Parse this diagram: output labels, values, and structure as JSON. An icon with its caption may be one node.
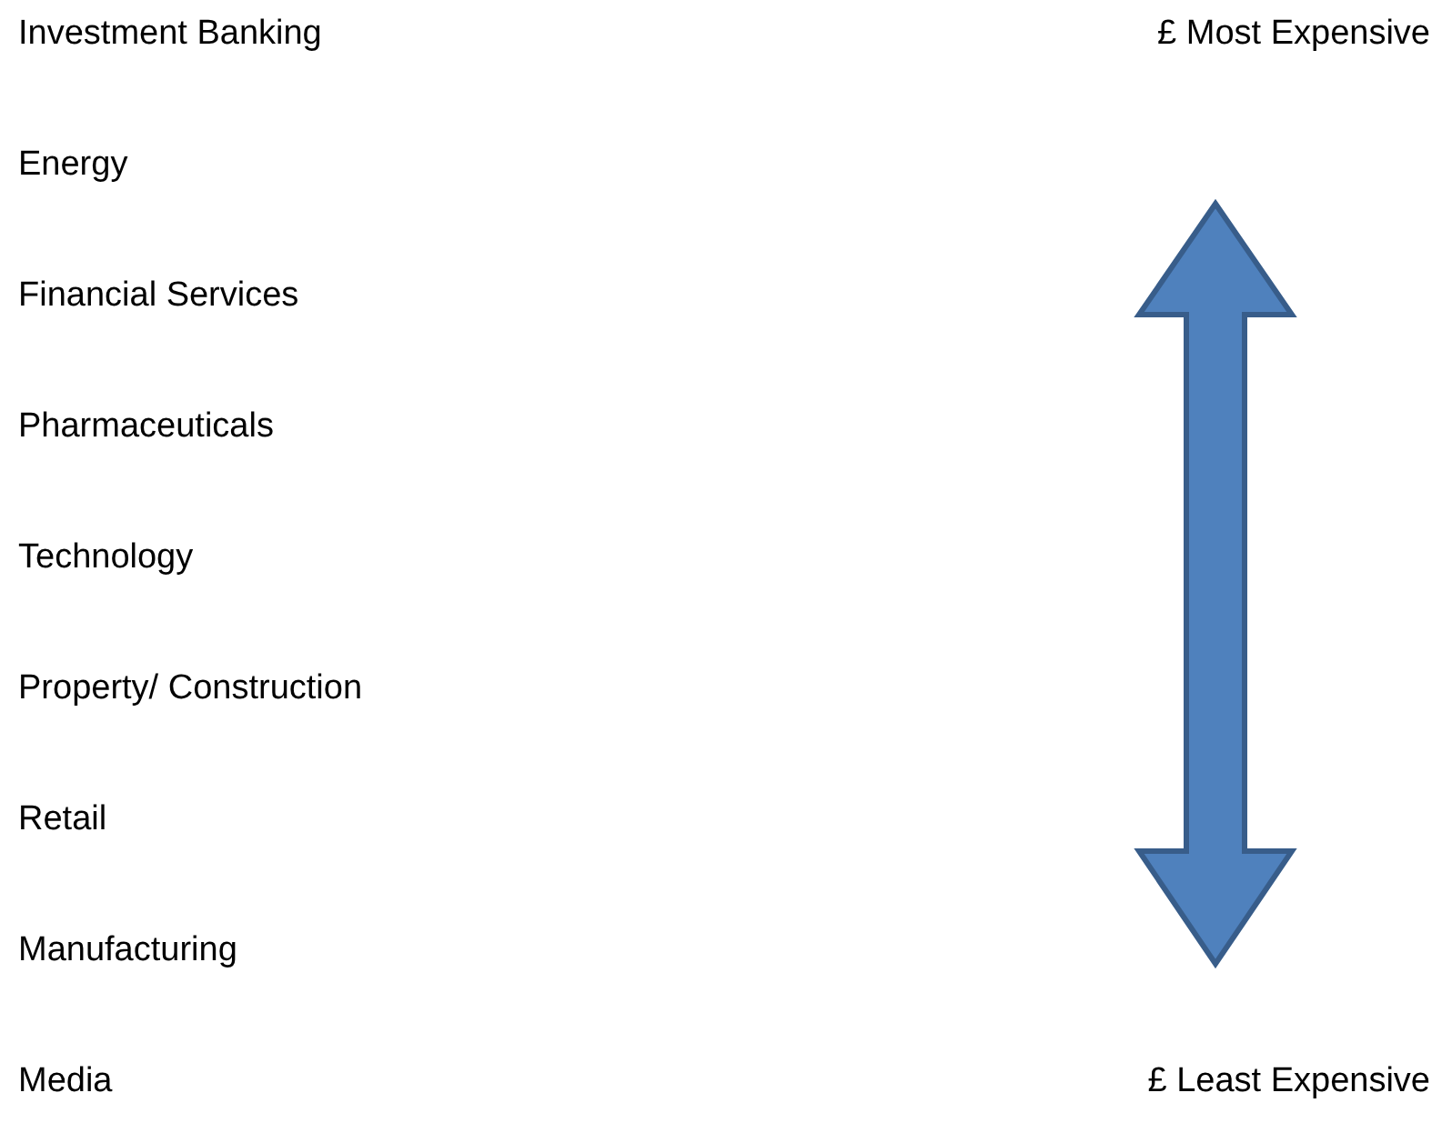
{
  "diagram": {
    "labels": [
      "Investment Banking",
      "£ Most Expensive",
      "Energy",
      "Financial Services",
      "Pharmaceuticals",
      "Technology",
      "Property/ Construction",
      "Retail",
      "Manufacturing",
      "Media",
      "£ Least Expensive"
    ]
  }
}
